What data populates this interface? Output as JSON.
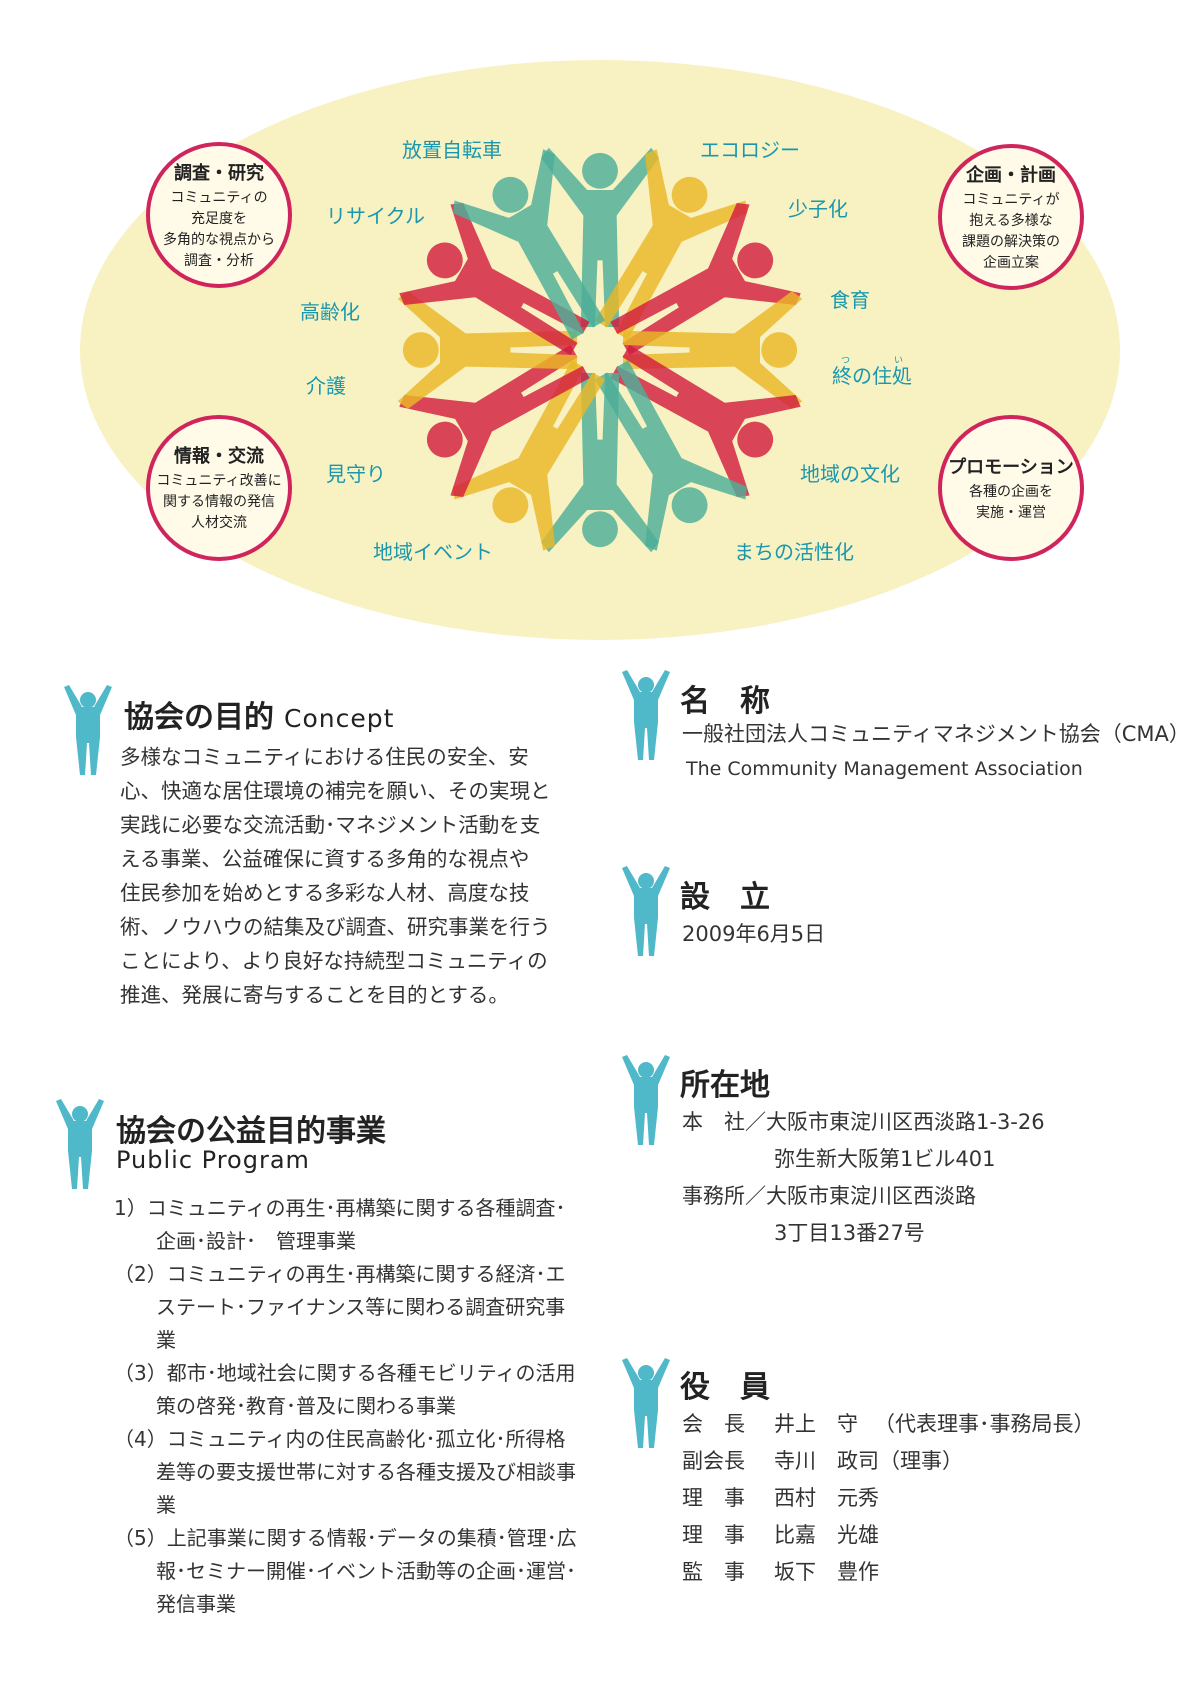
{
  "diagram": {
    "colors": {
      "teal": "#4fb8c9",
      "red": "#d81f52",
      "yellow": "#f1c232",
      "ellipse": "#f8f2c2",
      "circle_border": "#d0245c",
      "topic_text": "#1a97ad"
    },
    "topics": [
      "放置自転車",
      "エコロジー",
      "リサイクル",
      "少子化",
      "高齢化",
      "食育",
      "介護",
      "終の住処",
      "見守り",
      "地域の文化",
      "地域イベント",
      "まちの活性化"
    ],
    "ruby_su": "つい",
    "circles": [
      {
        "title": "調査・研究",
        "desc": "コミュニティの\n充足度を\n多角的な視点から\n調査・分析"
      },
      {
        "title": "企画・計画",
        "desc": "コミュニティが\n抱える多様な\n課題の解決策の\n企画立案"
      },
      {
        "title": "情報・交流",
        "desc": "コミュニティ改善に\n関する情報の発信\n人材交流"
      },
      {
        "title": "プロモーション",
        "desc": "各種の企画を\n実施・運営"
      }
    ]
  },
  "concept": {
    "title": "協会の目的",
    "title_en": "Concept",
    "lines": [
      "多様なコミュニティにおける住民の安全、安",
      "心、快適な居住環境の補完を願い、その実現と",
      "実践に必要な交流活動･マネジメント活動を支",
      "える事業、公益確保に資する多角的な視点や",
      "住民参加を始めとする多彩な人材、高度な技",
      "術、ノウハウの結集及び調査、研究事業を行う",
      "ことにより、より良好な持続型コミュニティの",
      "推進、発展に寄与することを目的とする。"
    ]
  },
  "program": {
    "title": "協会の公益目的事業",
    "title_en": "Public Program",
    "items": [
      "1）コミュニティの再生･再構築に関する各種調査･企画･設計･　管理事業",
      "（2）コミュニティの再生･再構築に関する経済･エステート･ファイナンス等に関わる調査研究事業",
      "（3）都市･地域社会に関する各種モビリティの活用策の啓発･教育･普及に関わる事業",
      "（4）コミュニティ内の住民高齢化･孤立化･所得格差等の要支援世帯に対する各種支援及び相談事業",
      "（5）上記事業に関する情報･データの集積･管理･広報･セミナー開催･イベント活動等の企画･運営･発信事業"
    ]
  },
  "name_sec": {
    "title": "名　称",
    "value": "一般社団法人コミュニティマネジメント協会（CMA）",
    "value_en": "The Community Management Association"
  },
  "established": {
    "title": "設　立",
    "value": "2009年6月5日"
  },
  "location": {
    "title": "所在地",
    "hq_label": "本　社／",
    "hq_line1": "大阪市東淀川区西淡路1-3-26",
    "hq_line2": "弥生新大阪第1ビル401",
    "office_label": "事務所／",
    "office_line1": "大阪市東淀川区西淡路",
    "office_line2": "3丁目13番27号"
  },
  "officers": {
    "title": "役　員",
    "rows": [
      {
        "role": "会　長",
        "name": "井上　守",
        "note": "（代表理事･事務局長）"
      },
      {
        "role": "副会長",
        "name": "寺川　政司",
        "note": "（理事）"
      },
      {
        "role": "理　事",
        "name": "西村　元秀",
        "note": ""
      },
      {
        "role": "理　事",
        "name": "比嘉　光雄",
        "note": ""
      },
      {
        "role": "監　事",
        "name": "坂下　豊作",
        "note": ""
      }
    ]
  },
  "icons": {
    "person": "person-raised-arms-icon"
  }
}
